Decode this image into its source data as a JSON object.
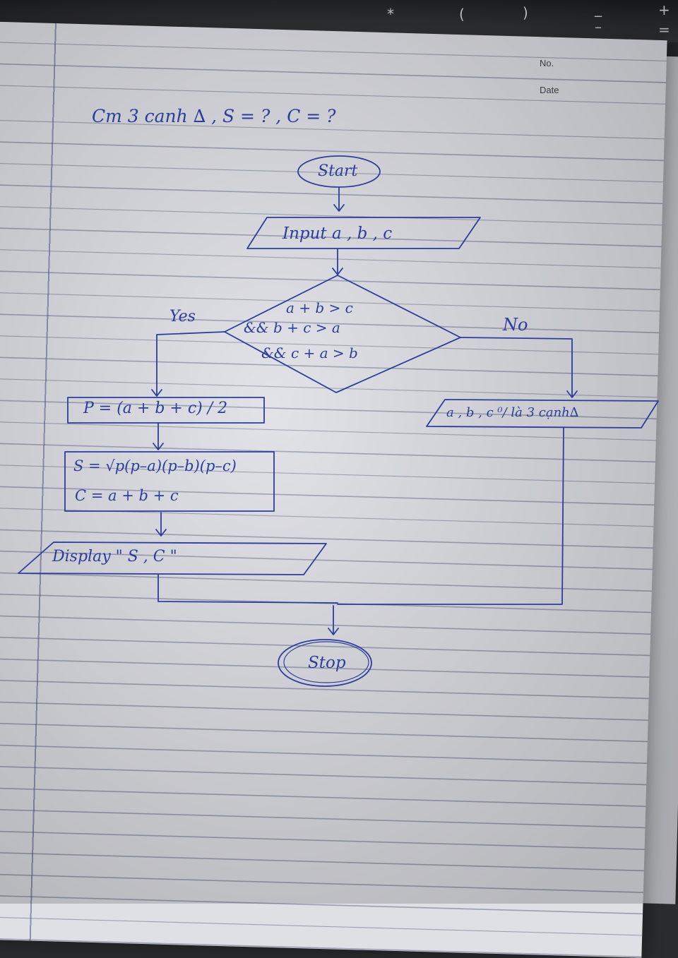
{
  "keyboard": {
    "keys": [
      "*",
      "(",
      ")",
      "_",
      "–",
      "+",
      "="
    ]
  },
  "notebook": {
    "no_label": "No.",
    "date_label": "Date"
  },
  "heading": "Cm 3 canh ∆ , S = ? , C = ?",
  "flowchart": {
    "start": "Start",
    "input": "Input a , b , c",
    "condition": [
      "a + b > c",
      "&& b + c > a",
      "&& c + a > b"
    ],
    "yes_label": "Yes",
    "no_label": "No",
    "compute_p": "P = (a + b + c) / 2",
    "compute_s": "S = √p(p–a)(p–b)(p–c)",
    "compute_c": "C = a + b + c",
    "display": "Display \" S , C \"",
    "no_output": "a , b , c ⁰/ là 3 cạnh∆",
    "stop": "Stop"
  },
  "colors": {
    "ink": "#2c3e9c",
    "paper": "#dfe0e6",
    "rule_line": "#465080"
  }
}
